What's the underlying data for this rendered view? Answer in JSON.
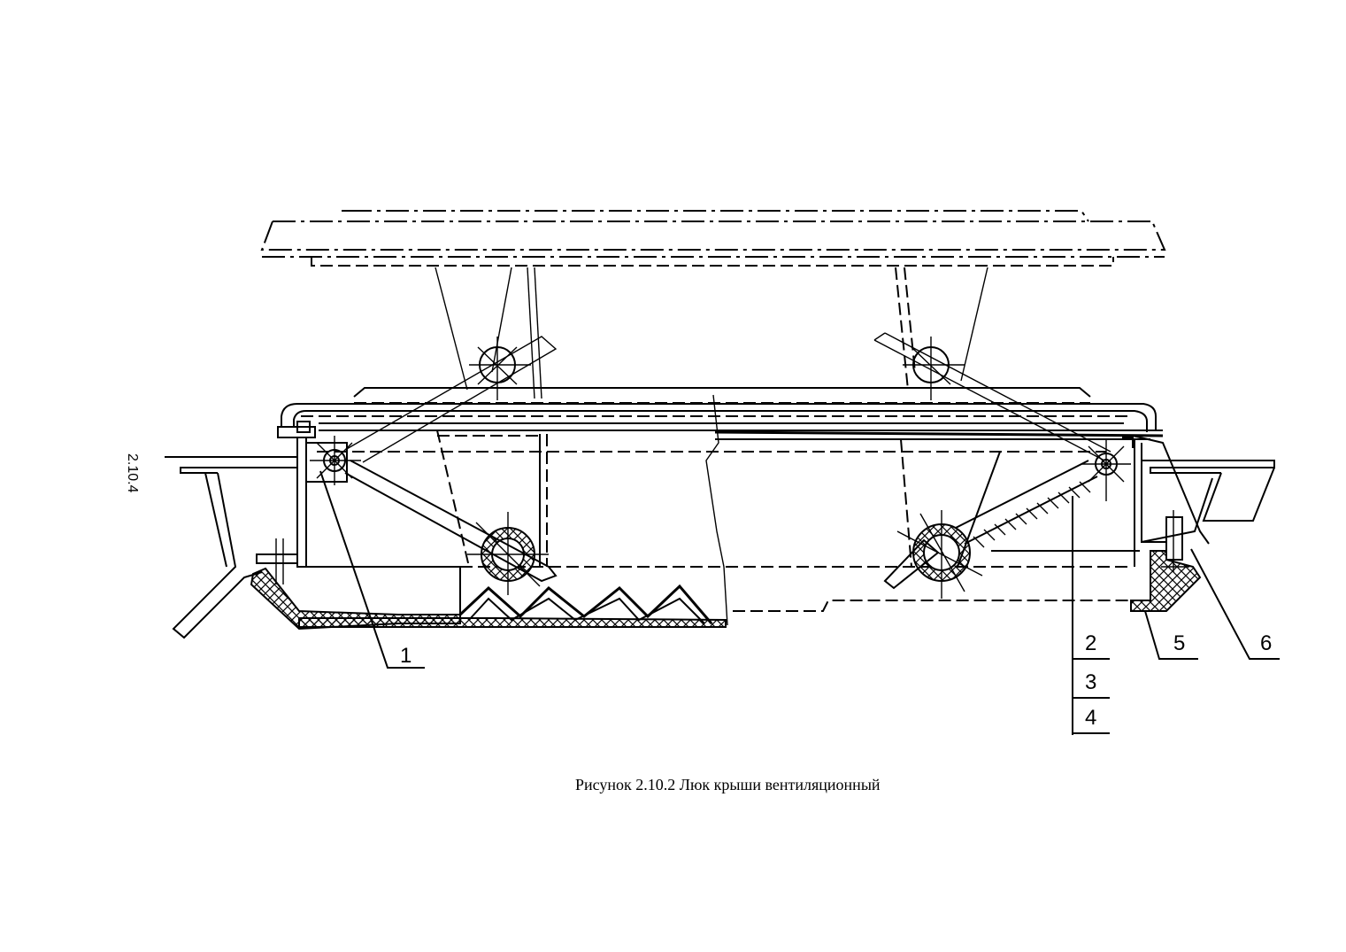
{
  "page_number": "2.10.4",
  "caption": "Рисунок 2.10.2 Люк крыши вентиляционный",
  "callouts": [
    "1",
    "2",
    "3",
    "4",
    "5",
    "6"
  ]
}
